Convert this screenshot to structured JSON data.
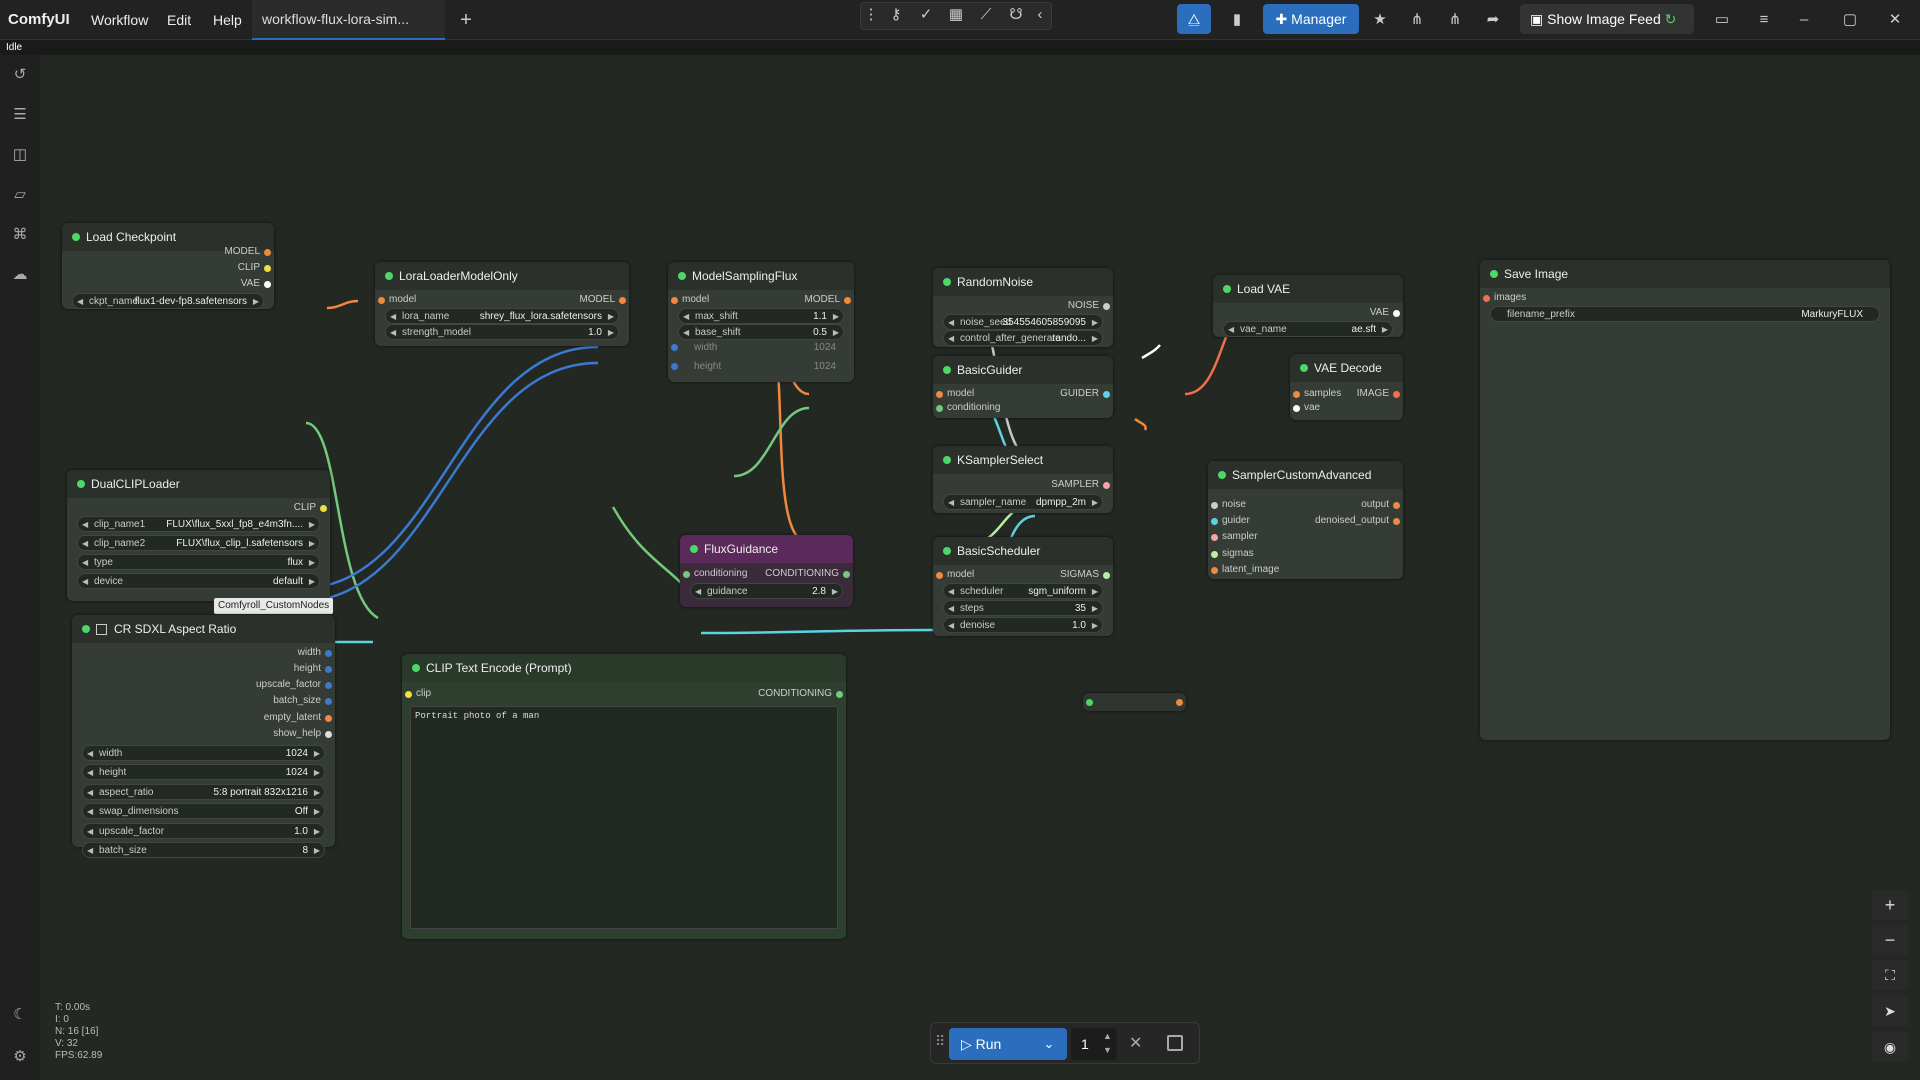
{
  "app": {
    "title": "ComfyUI",
    "status": "Idle"
  },
  "menu": {
    "workflow": "Workflow",
    "edit": "Edit",
    "help": "Help"
  },
  "tab": {
    "name": "workflow-flux-lora-sim..."
  },
  "toolbar": {
    "manager": "Manager",
    "show_image_feed": "Show Image Feed"
  },
  "run": {
    "label": "Run",
    "count": "1"
  },
  "stats": {
    "t": "T: 0.00s",
    "i": "I: 0",
    "n": "N: 16 [16]",
    "v": "V: 32",
    "fps": "FPS:62.89"
  },
  "tooltip": "Comfyroll_CustomNodes",
  "nodes": {
    "load_checkpoint": {
      "title": "Load Checkpoint",
      "out1": "MODEL",
      "out2": "CLIP",
      "out3": "VAE",
      "w_label": "ckpt_name",
      "w_value": "flux1-dev-fp8.safetensors"
    },
    "lora": {
      "title": "LoraLoaderModelOnly",
      "in": "model",
      "out": "MODEL",
      "w1_label": "lora_name",
      "w1_value": "shrey_flux_lora.safetensors",
      "w2_label": "strength_model",
      "w2_value": "1.0"
    },
    "msf": {
      "title": "ModelSamplingFlux",
      "in": "model",
      "out": "MODEL",
      "w1_label": "max_shift",
      "w1_value": "1.1",
      "w2_label": "base_shift",
      "w2_value": "0.5",
      "w3_label": "width",
      "w3_value": "1024",
      "w4_label": "height",
      "w4_value": "1024"
    },
    "noise": {
      "title": "RandomNoise",
      "out": "NOISE",
      "w1_label": "noise_seed",
      "w1_value": "354554605859095",
      "w2_label": "control_after_generate",
      "w2_value": "rando..."
    },
    "vae": {
      "title": "Load VAE",
      "out": "VAE",
      "w_label": "vae_name",
      "w_value": "ae.sft"
    },
    "save": {
      "title": "Save Image",
      "in": "images",
      "w_label": "filename_prefix",
      "w_value": "MarkuryFLUX"
    },
    "guider": {
      "title": "BasicGuider",
      "in1": "model",
      "in2": "conditioning",
      "out": "GUIDER"
    },
    "vaedecode": {
      "title": "VAE Decode",
      "in1": "samples",
      "in2": "vae",
      "out": "IMAGE"
    },
    "dualclip": {
      "title": "DualCLIPLoader",
      "out": "CLIP",
      "w1_label": "clip_name1",
      "w1_value": "FLUX\\flux_5xxl_fp8_e4m3fn....",
      "w2_label": "clip_name2",
      "w2_value": "FLUX\\flux_clip_l.safetensors",
      "w3_label": "type",
      "w3_value": "flux",
      "w4_label": "device",
      "w4_value": "default"
    },
    "fluxguidance": {
      "title": "FluxGuidance",
      "in": "conditioning",
      "out": "CONDITIONING",
      "w_label": "guidance",
      "w_value": "2.8"
    },
    "ksel": {
      "title": "KSamplerSelect",
      "out": "SAMPLER",
      "w_label": "sampler_name",
      "w_value": "dpmpp_2m"
    },
    "sca": {
      "title": "SamplerCustomAdvanced",
      "in1": "noise",
      "in2": "guider",
      "in3": "sampler",
      "in4": "sigmas",
      "in5": "latent_image",
      "out1": "output",
      "out2": "denoised_output"
    },
    "sched": {
      "title": "BasicScheduler",
      "in": "model",
      "out": "SIGMAS",
      "w1_label": "scheduler",
      "w1_value": "sgm_uniform",
      "w2_label": "steps",
      "w2_value": "35",
      "w3_label": "denoise",
      "w3_value": "1.0"
    },
    "aspect": {
      "title": "CR SDXL Aspect Ratio",
      "o1": "width",
      "o2": "height",
      "o3": "upscale_factor",
      "o4": "batch_size",
      "o5": "empty_latent",
      "o6": "show_help",
      "w1_label": "width",
      "w1_value": "1024",
      "w2_label": "height",
      "w2_value": "1024",
      "w3_label": "aspect_ratio",
      "w3_value": "5:8 portrait 832x1216",
      "w4_label": "swap_dimensions",
      "w4_value": "Off",
      "w5_label": "upscale_factor",
      "w5_value": "1.0",
      "w6_label": "batch_size",
      "w6_value": "8"
    },
    "clipenc": {
      "title": "CLIP Text Encode (Prompt)",
      "in": "clip",
      "out": "CONDITIONING",
      "text": "Portrait photo of a man"
    }
  }
}
